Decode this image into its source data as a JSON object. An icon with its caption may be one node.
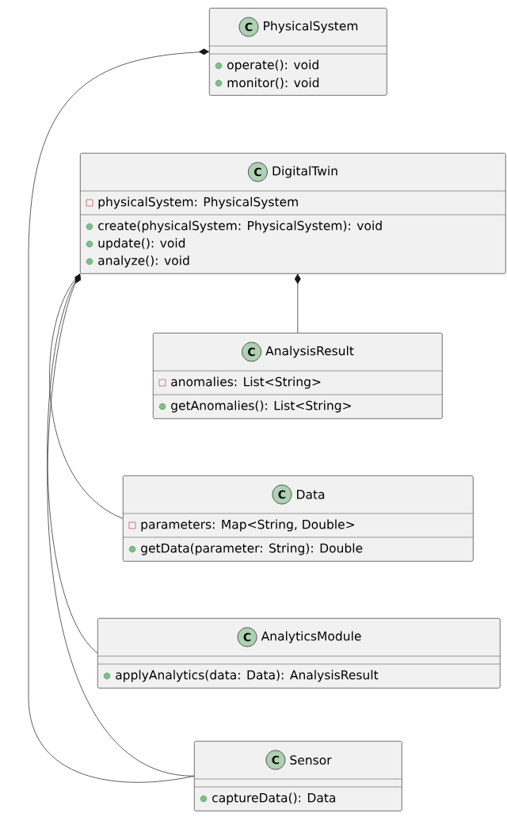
{
  "diagram": {
    "nodes": [
      {
        "text": [
          "C",
          "PhysicalSystem",
          "operate(): void",
          "monitor(): void"
        ]
      },
      {
        "text": [
          "C",
          "DigitalTwin",
          "physicalSystem: PhysicalSystem",
          "create(physicalSystem: PhysicalSystem): void",
          "update(): void",
          "analyze(): void"
        ]
      },
      {
        "text": [
          "C",
          "AnalysisResult",
          "anomalies: List<String>",
          "getAnomalies(): List<String>"
        ]
      },
      {
        "text": [
          "C",
          "Data",
          "parameters: Map<String, Double>",
          "getData(parameter: String): Double"
        ]
      },
      {
        "text": [
          "C",
          "AnalyticsModule",
          "applyAnalytics(data: Data): AnalysisResult"
        ]
      },
      {
        "text": [
          "C",
          "Sensor",
          "captureData(): Data"
        ]
      }
    ],
    "edges": [
      {
        "from": 0,
        "to": 5,
        "arrow": "other"
      },
      {
        "from": 1,
        "to": 2,
        "arrow": "other"
      },
      {
        "from": 1,
        "to": 3,
        "arrow": "other"
      },
      {
        "from": 1,
        "to": 4,
        "arrow": "other"
      },
      {
        "from": 1,
        "to": 5,
        "arrow": "other"
      }
    ]
  }
}
